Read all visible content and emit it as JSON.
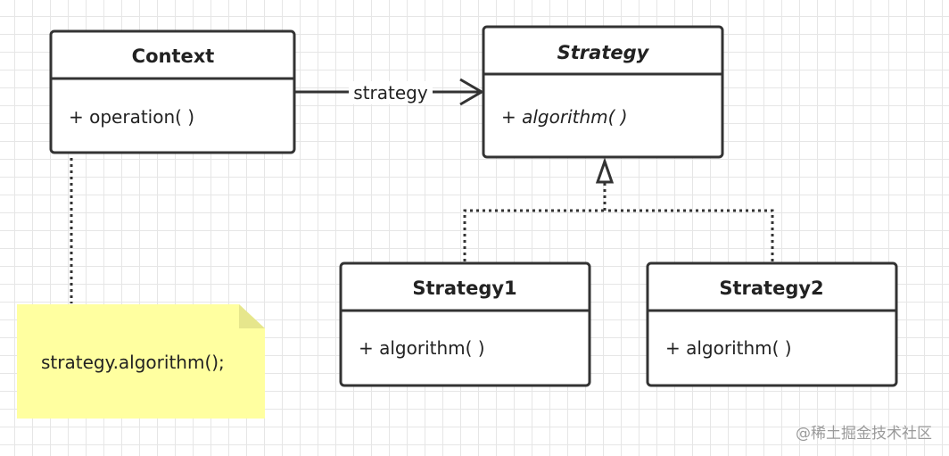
{
  "classes": {
    "context": {
      "name": "Context",
      "member": "+ operation( )"
    },
    "strategy": {
      "name": "Strategy",
      "member": "+ algorithm( )"
    },
    "strategy1": {
      "name": "Strategy1",
      "member": "+ algorithm( )"
    },
    "strategy2": {
      "name": "Strategy2",
      "member": "+ algorithm( )"
    }
  },
  "association_label": "strategy",
  "note": {
    "text": "strategy.algorithm();"
  },
  "watermark": "@稀土掘金技术社区",
  "colors": {
    "note_fill": "#ffffa0",
    "note_fold": "#e6e68c",
    "stroke": "#333333",
    "grid": "#e6e6e6"
  }
}
